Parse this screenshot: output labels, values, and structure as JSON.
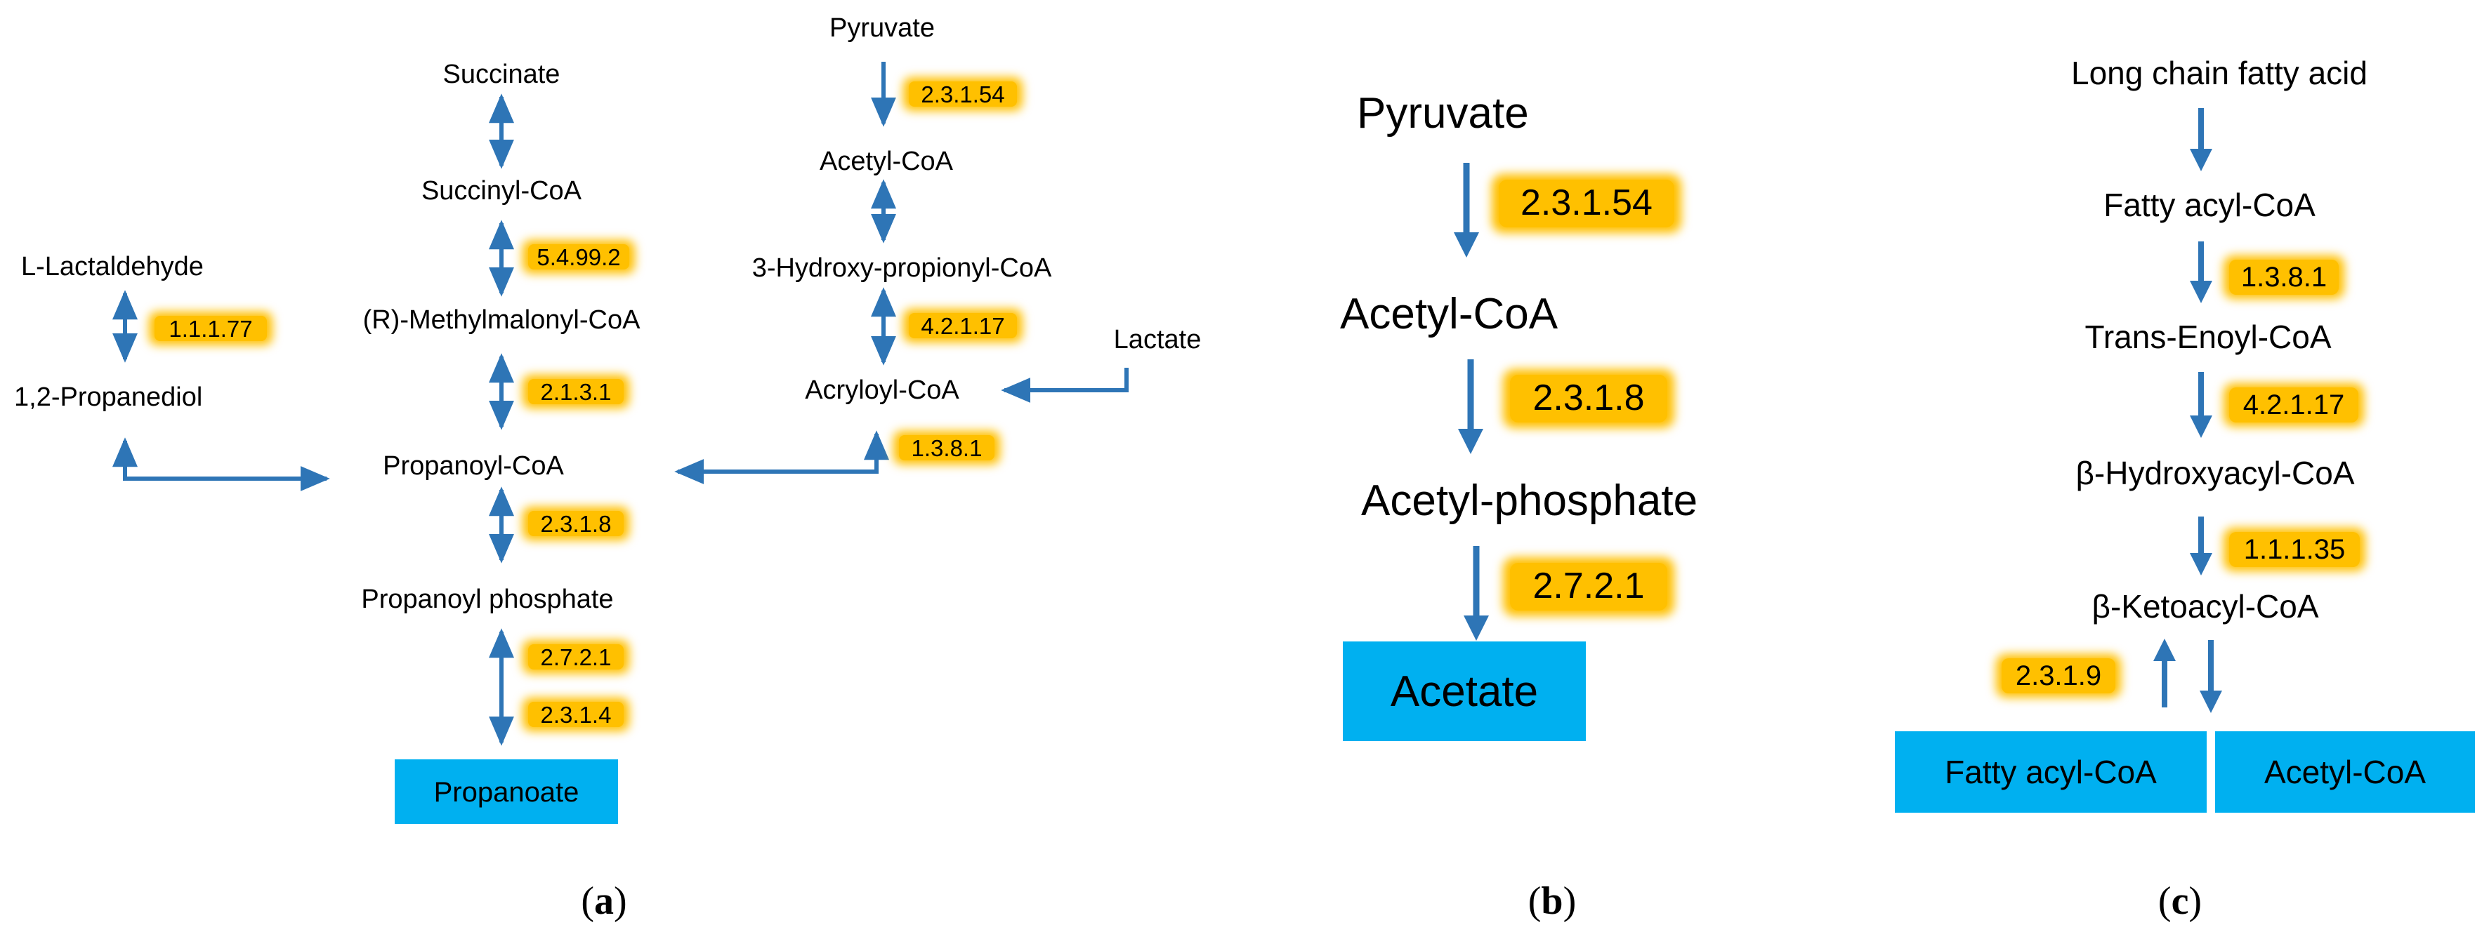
{
  "colors": {
    "arrow": "#2e75b6",
    "ec_highlight": "#ffc000",
    "product_box": "#00b0f0"
  },
  "panel_a": {
    "caption_letter": "a",
    "metabolites": {
      "succinate": "Succinate",
      "succinyl_coa": "Succinyl-CoA",
      "methylmalonyl_coa": "(R)-Methylmalonyl-CoA",
      "propanoyl_coa": "Propanoyl-CoA",
      "propanoyl_phosphate": "Propanoyl phosphate",
      "l_lactaldehyde": "L-Lactaldehyde",
      "propanediol": "1,2-Propanediol",
      "pyruvate": "Pyruvate",
      "acetyl_coa": "Acetyl-CoA",
      "hydroxypropionyl_coa": "3-Hydroxy-propionyl-CoA",
      "acryloyl_coa": "Acryloyl-CoA",
      "lactate": "Lactate"
    },
    "product": "Propanoate",
    "enzymes": {
      "e_5_4_99_2": "5.4.99.2",
      "e_2_1_3_1": "2.1.3.1",
      "e_2_3_1_8": "2.3.1.8",
      "e_2_7_2_1": "2.7.2.1",
      "e_2_3_1_4": "2.3.1.4",
      "e_1_1_1_77": "1.1.1.77",
      "e_2_3_1_54": "2.3.1.54",
      "e_4_2_1_17": "4.2.1.17",
      "e_1_3_8_1": "1.3.8.1"
    }
  },
  "panel_b": {
    "caption_letter": "b",
    "metabolites": {
      "pyruvate": "Pyruvate",
      "acetyl_coa": "Acetyl-CoA",
      "acetyl_phosphate": "Acetyl-phosphate"
    },
    "product": "Acetate",
    "enzymes": {
      "e_2_3_1_54": "2.3.1.54",
      "e_2_3_1_8": "2.3.1.8",
      "e_2_7_2_1": "2.7.2.1"
    }
  },
  "panel_c": {
    "caption_letter": "c",
    "metabolites": {
      "long_chain_fatty_acid": "Long chain fatty acid",
      "fatty_acyl_coa": "Fatty acyl-CoA",
      "trans_enoyl_coa": "Trans-Enoyl-CoA",
      "hydroxyacyl_coa": "β-Hydroxyacyl-CoA",
      "ketoacyl_coa": "β-Ketoacyl-CoA"
    },
    "products": {
      "fatty_acyl_coa": "Fatty acyl-CoA",
      "acetyl_coa": "Acetyl-CoA"
    },
    "enzymes": {
      "e_1_3_8_1": "1.3.8.1",
      "e_4_2_1_17": "4.2.1.17",
      "e_1_1_1_35": "1.1.1.35",
      "e_2_3_1_9": "2.3.1.9"
    }
  }
}
